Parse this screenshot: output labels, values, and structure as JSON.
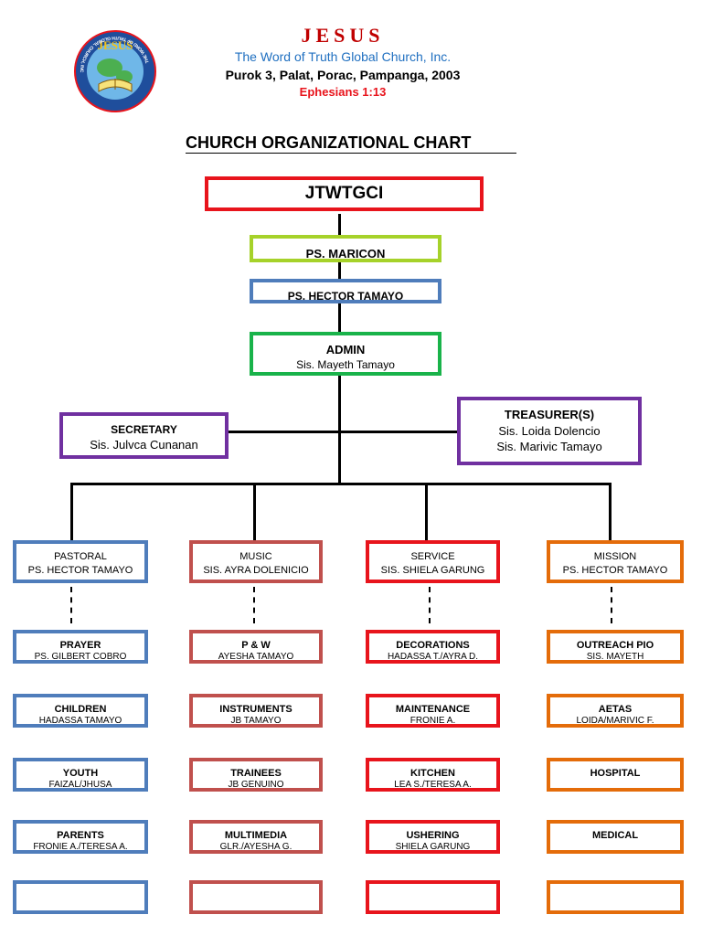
{
  "header": {
    "title": "JESUS",
    "church_name": "The Word of Truth Global Church, Inc.",
    "address": "Purok 3, Palat, Porac, Pampanga, 2003",
    "verse": "Ephesians 1:13",
    "logo_top_text": "JESUS",
    "logo_ring_text": "THE WORD OF TRUTH GLOBAL CHURCH, INC."
  },
  "chart_title": "CHURCH ORGANIZATIONAL CHART",
  "colors": {
    "red": "#e8141c",
    "lime": "#a6d22a",
    "blue": "#4f7dbb",
    "green": "#19b34a",
    "purple": "#7030a0",
    "rose": "#c0504d",
    "orange": "#e46c0a",
    "title_red": "#c00000",
    "church_blue": "#1f6fc0"
  },
  "top": {
    "root": "JTWTGCI",
    "pastor1": "PS. MARICON",
    "pastor2": "PS. HECTOR TAMAYO",
    "admin_title": "ADMIN",
    "admin_name": "Sis. Mayeth Tamayo",
    "secretary_title": "SECRETARY",
    "secretary_name": "Sis. Julvca Cunanan",
    "treasurer_title": "TREASURER(S)",
    "treasurer_name1": "Sis. Loida Dolencio",
    "treasurer_name2": "Sis. Marivic Tamayo"
  },
  "departments": [
    {
      "title": "PASTORAL",
      "head": "PS. HECTOR TAMAYO",
      "units": [
        {
          "title": "PRAYER",
          "sub": "PS. GILBERT COBRO"
        },
        {
          "title": "CHILDREN",
          "sub": "HADASSA TAMAYO"
        },
        {
          "title": "YOUTH",
          "sub": "FAIZAL/JHUSA"
        },
        {
          "title": "PARENTS",
          "sub": "FRONIE A./TERESA A."
        },
        {
          "title": "",
          "sub": ""
        }
      ]
    },
    {
      "title": "MUSIC",
      "head": "SIS. AYRA DOLENICIO",
      "units": [
        {
          "title": "P & W",
          "sub": "AYESHA TAMAYO"
        },
        {
          "title": "INSTRUMENTS",
          "sub": "JB TAMAYO"
        },
        {
          "title": "TRAINEES",
          "sub": "JB GENUINO"
        },
        {
          "title": "MULTIMEDIA",
          "sub": "GLR./AYESHA G."
        },
        {
          "title": "",
          "sub": ""
        }
      ]
    },
    {
      "title": "SERVICE",
      "head": "SIS. SHIELA GARUNG",
      "units": [
        {
          "title": "DECORATIONS",
          "sub": "HADASSA T./AYRA D."
        },
        {
          "title": "MAINTENANCE",
          "sub": "FRONIE A."
        },
        {
          "title": "KITCHEN",
          "sub": "LEA S./TERESA A."
        },
        {
          "title": "USHERING",
          "sub": "SHIELA GARUNG"
        },
        {
          "title": "",
          "sub": ""
        }
      ]
    },
    {
      "title": "MISSION",
      "head": "PS. HECTOR TAMAYO",
      "units": [
        {
          "title": "OUTREACH PIO",
          "sub": "SIS. MAYETH"
        },
        {
          "title": "AETAS",
          "sub": "LOIDA/MARIVIC F."
        },
        {
          "title": "HOSPITAL",
          "sub": ""
        },
        {
          "title": "MEDICAL",
          "sub": ""
        },
        {
          "title": "",
          "sub": ""
        }
      ]
    }
  ]
}
